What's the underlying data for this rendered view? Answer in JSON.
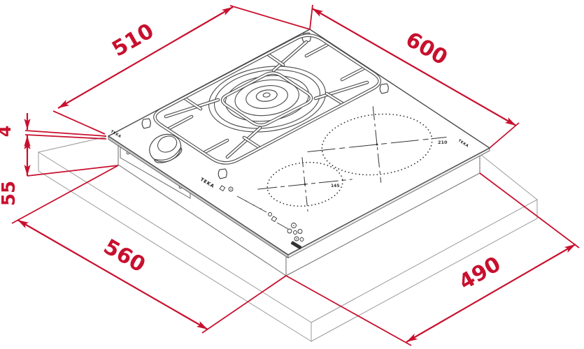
{
  "drawing": {
    "type": "hob-installation-diagram",
    "brand": "TEKA",
    "dimensions": {
      "depth": "510",
      "width": "600",
      "cutout_width": "560",
      "cutout_depth": "490",
      "glass_thickness": "4",
      "built_in_depth": "55"
    },
    "zones": {
      "large": "210",
      "small": "145"
    },
    "colors": {
      "dimension_red": "#c8102e",
      "hob_outline": "#4a4a4a",
      "counter_outline": "#9a9a9a"
    }
  }
}
